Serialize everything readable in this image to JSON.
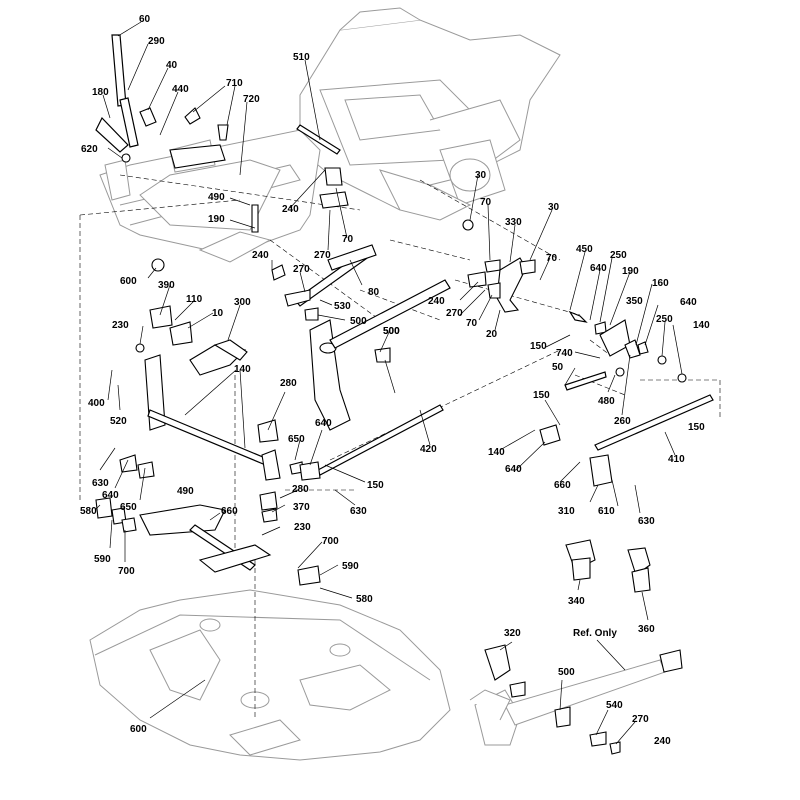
{
  "diagram": {
    "ref_note": "Ref. Only",
    "labels": [
      "60",
      "290",
      "40",
      "180",
      "440",
      "710",
      "720",
      "510",
      "620",
      "490",
      "190",
      "240",
      "270",
      "70",
      "30",
      "330",
      "450",
      "250",
      "640",
      "160",
      "600",
      "390",
      "110",
      "10",
      "230",
      "300",
      "80",
      "530",
      "500",
      "20",
      "150",
      "740",
      "350",
      "140",
      "400",
      "520",
      "280",
      "50",
      "480",
      "260",
      "650",
      "420",
      "630",
      "660",
      "410",
      "310",
      "610",
      "370",
      "580",
      "590",
      "700",
      "340",
      "360",
      "320",
      "540"
    ]
  }
}
